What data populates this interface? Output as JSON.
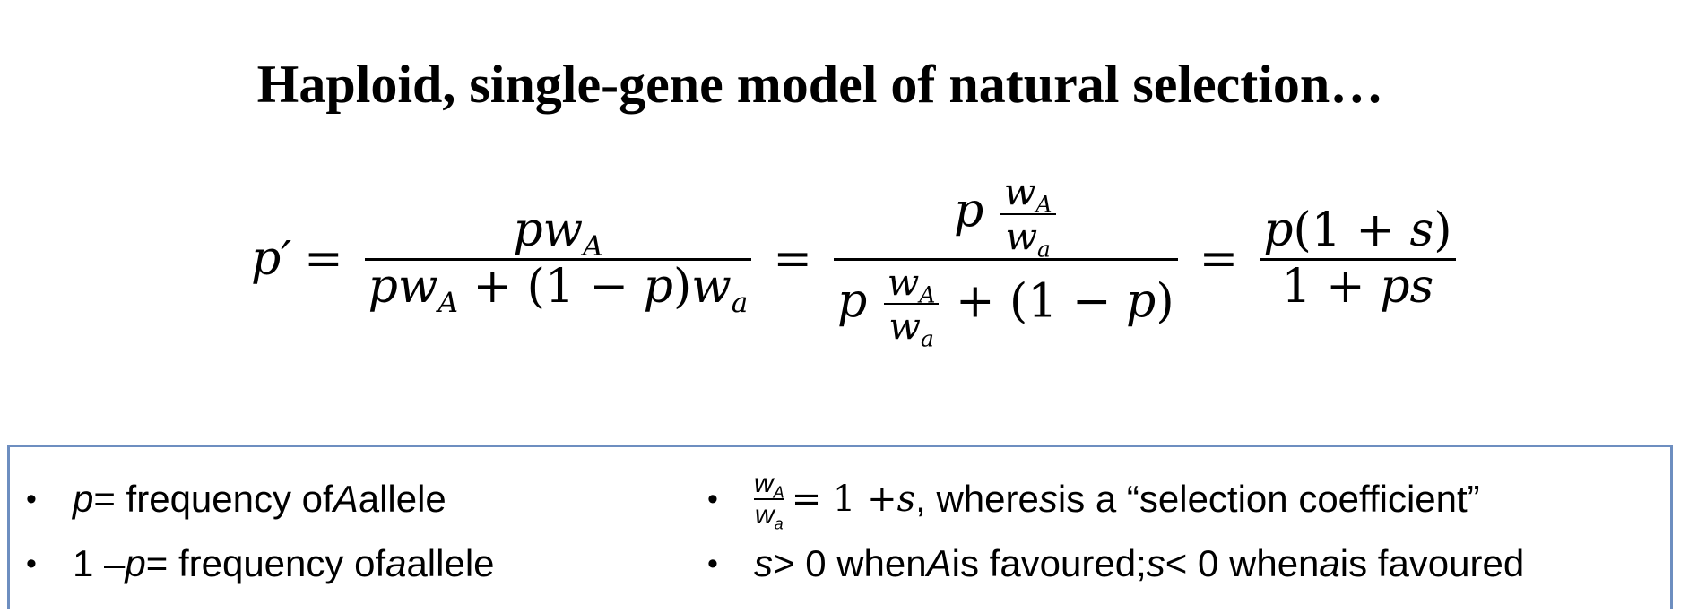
{
  "title": "Haploid, single-gene model of natural selection…",
  "equation": {
    "lhs": "p′",
    "frac1": {
      "num_p": "p",
      "num_w": "w",
      "num_sub": "A",
      "den": [
        "p",
        "w",
        "A",
        "(1 − ",
        "p",
        ")",
        "w",
        "a"
      ]
    },
    "frac2": {
      "p": "p",
      "w_top": "w",
      "sub_top": "A",
      "w_bot": "w",
      "sub_bot": "a",
      "den_tail": "+ (1 − ",
      "den_p": "p",
      "den_close": ")"
    },
    "frac3": {
      "num": "(1 + ",
      "num_s": "s",
      "num_close": ")",
      "den_1": "1 + ",
      "den_ps": "ps"
    },
    "equals": "="
  },
  "bullets": {
    "left": [
      {
        "pre_italic": "p",
        "text": " = frequency of ",
        "mid_italic": "A",
        "post": " allele"
      },
      {
        "pre": "1 – ",
        "pre_italic": "p",
        "text": " = frequency of ",
        "mid_italic": "a",
        "post": " allele"
      }
    ],
    "right": [
      {
        "frac_num": "wA",
        "frac_den": "wa",
        "eq": "= 1 + ",
        "eq_s": "s",
        "text": ", where ",
        "s": "s",
        "post": " is a “selection coefficient”"
      },
      {
        "s1": "s",
        "t1": " > 0 when ",
        "A": "A",
        "t2": " is favoured; ",
        "s2": "s",
        "t3": " < 0 when ",
        "a": "a",
        "t4": " is favoured"
      }
    ],
    "bullet_char": "•"
  },
  "colors": {
    "box_border": "#6d8ec0",
    "text": "#000000",
    "background": "#ffffff"
  }
}
